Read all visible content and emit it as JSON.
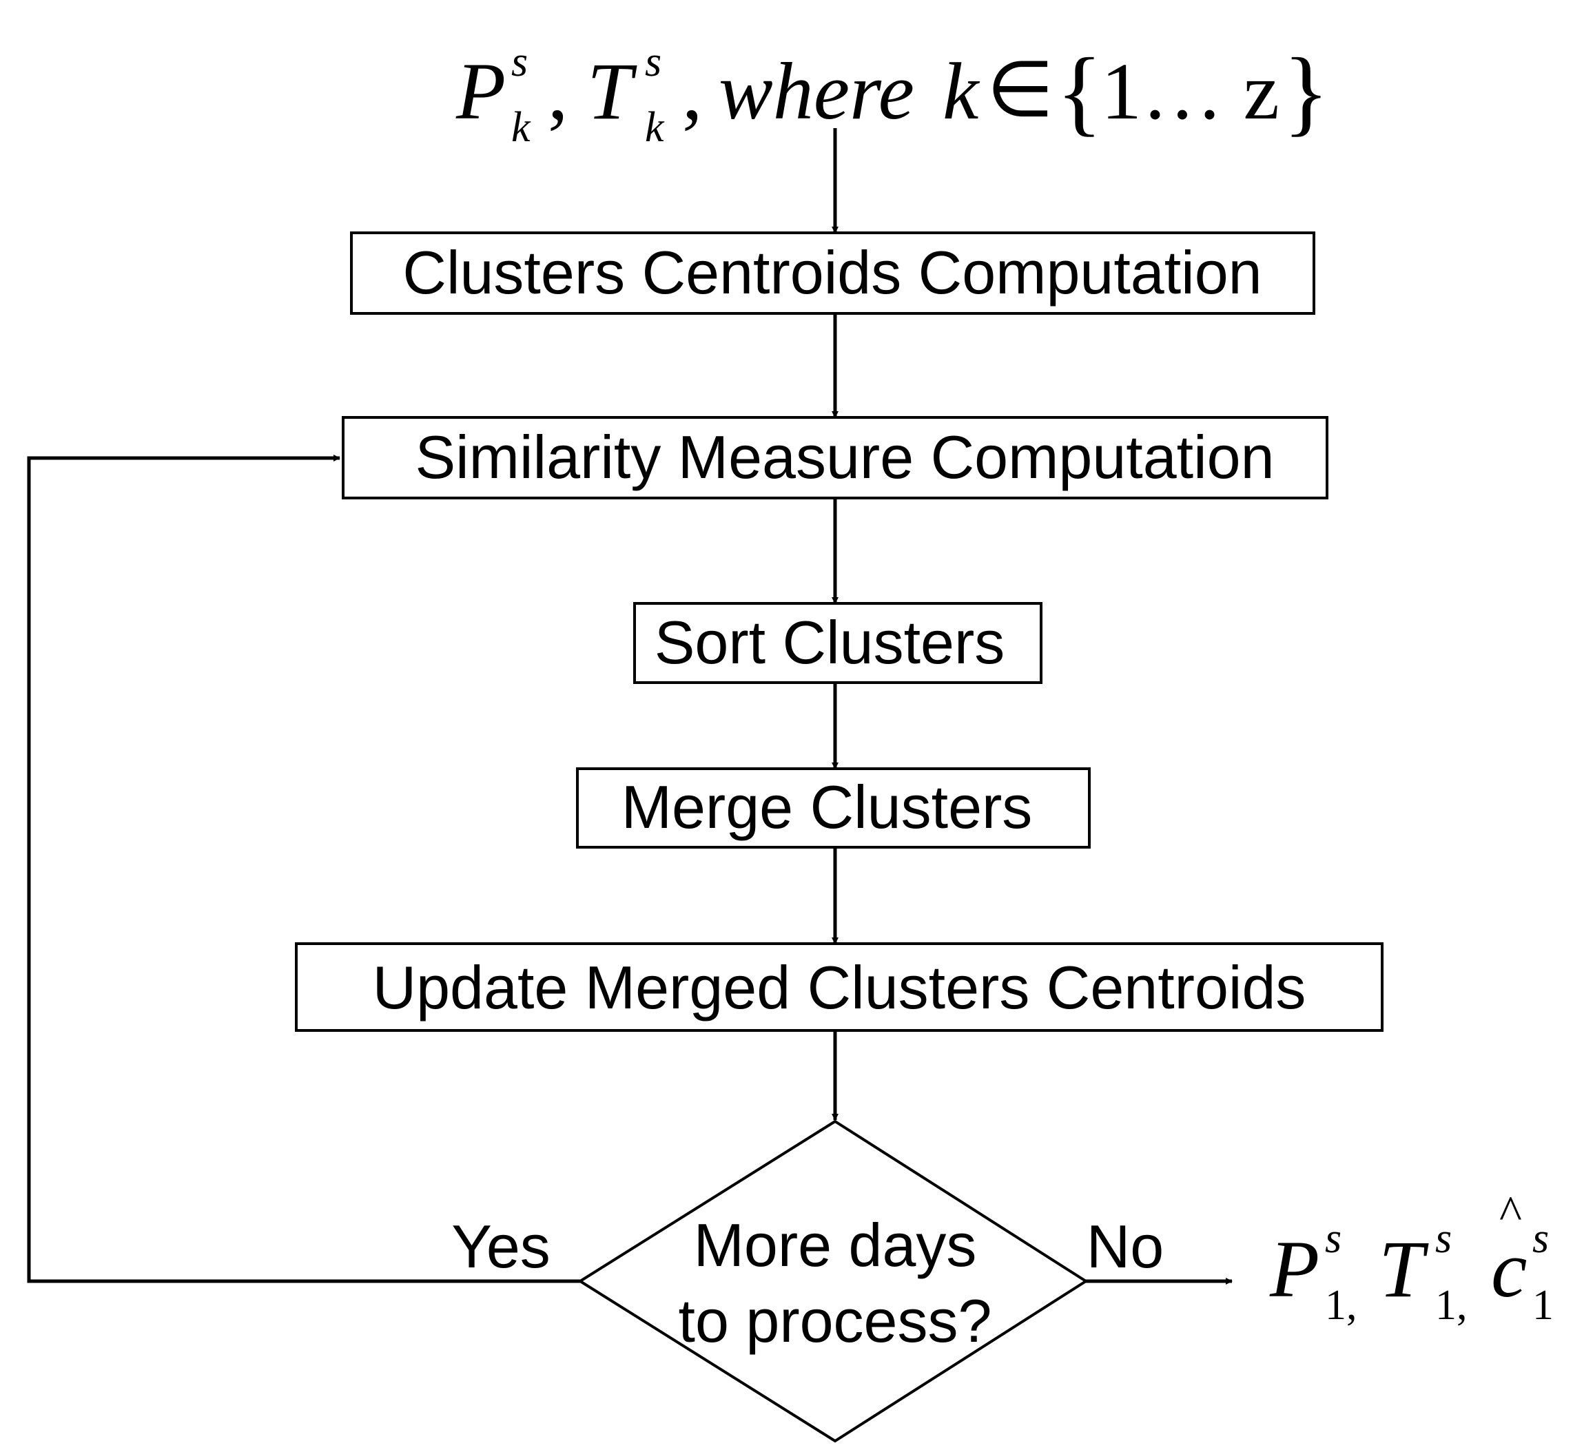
{
  "colors": {
    "stroke": "#000000",
    "fill": "#ffffff",
    "text": "#000000"
  },
  "input_formula": {
    "p_base": "P",
    "p_sup": "s",
    "p_sub": "k",
    "comma1": ",",
    "t_base": "T",
    "t_sup": "s",
    "t_sub": "k",
    "comma2": ",",
    "where_text": "where",
    "k_var": "k",
    "in_symbol": "∈",
    "lbrace": "{",
    "range_text": "1… z",
    "rbrace": "}"
  },
  "steps": [
    {
      "label": "Clusters Centroids Computation"
    },
    {
      "label": "Similarity Measure Computation"
    },
    {
      "label": "Sort Clusters"
    },
    {
      "label": "Merge Clusters"
    },
    {
      "label": "Update Merged Clusters Centroids"
    }
  ],
  "decision": {
    "line1": "More days",
    "line2": "to process?"
  },
  "branches": {
    "yes": "Yes",
    "no": "No"
  },
  "output_formula": {
    "p_base": "P",
    "p_sup": "s",
    "p_sub": "1,",
    "t_base": "T",
    "t_sup": "s",
    "t_sub": "1,",
    "c_base": "c",
    "c_hat": "^",
    "c_sup": "s",
    "c_sub": "1"
  }
}
